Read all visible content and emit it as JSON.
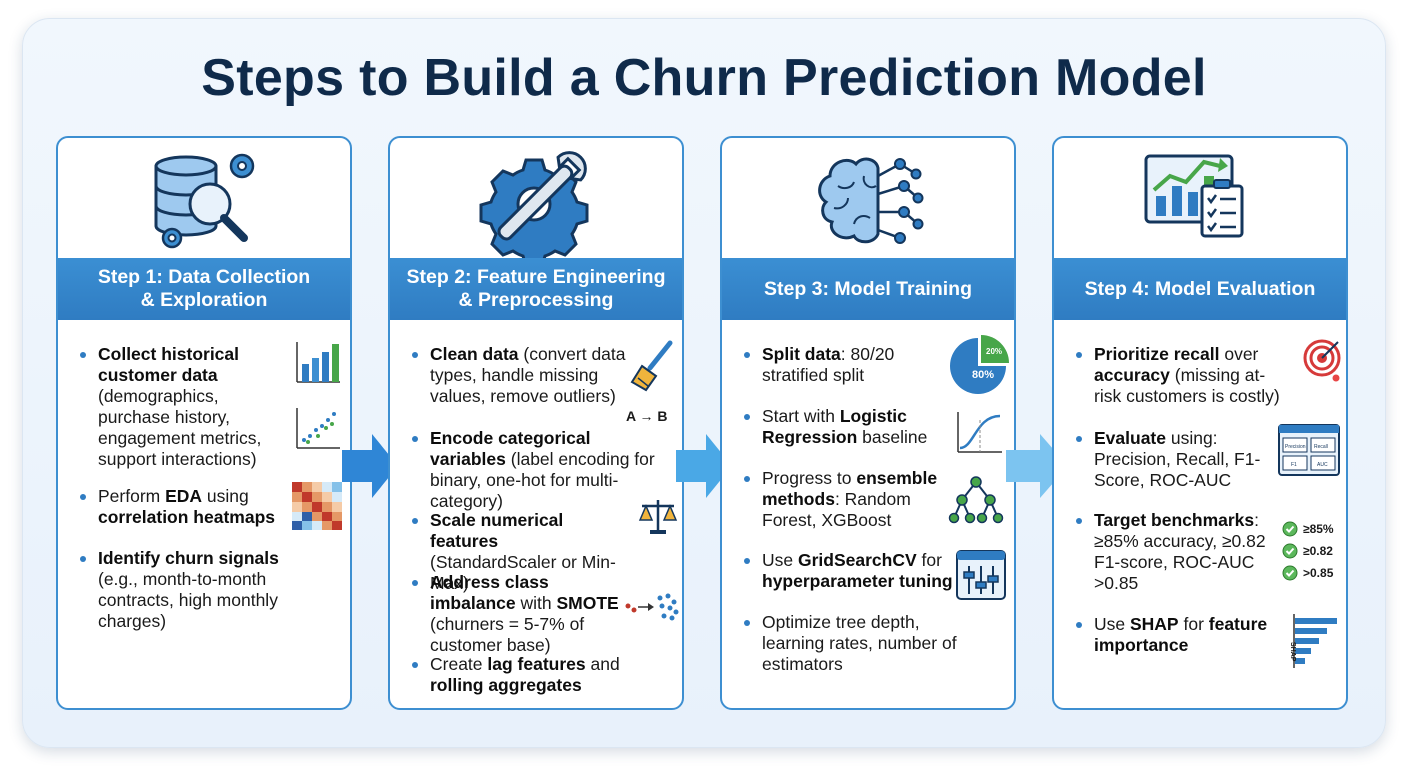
{
  "title": "Steps to Build a Churn Prediction Model",
  "steps": [
    {
      "heading_line1": "Step 1: Data Collection",
      "heading_line2": "& Exploration",
      "items": [
        {
          "b1": "Collect historical customer data",
          "t1": " (demographics, purchase history, engagement metrics, support interactions)"
        },
        {
          "t1": "Perform ",
          "b1": "EDA",
          "t2": " using ",
          "b2": "correlation heatmaps"
        },
        {
          "b1": "Identify churn signals",
          "t1": " (e.g., month-to-month contracts, high monthly charges)"
        }
      ]
    },
    {
      "heading_line1": "Step 2: Feature Engineering",
      "heading_line2": "& Preprocessing",
      "items": [
        {
          "b1": "Clean data",
          "t1": " (convert data types, handle missing values, remove outliers)"
        },
        {
          "b1": "Encode categorical variables",
          "t1": " (label encoding for binary, one-hot for multi-category)"
        },
        {
          "b1": "Scale numerical features",
          "t1": " (StandardScaler or Min-Max)"
        },
        {
          "b1": "Address class imbalance",
          "t1": " with ",
          "b2": "SMOTE",
          "t2": " (churners = 5-7% of customer base)"
        },
        {
          "t1": "Create ",
          "b1": "lag features",
          "t2": " and ",
          "b2": "rolling aggregates"
        }
      ],
      "encode_label": "A → B"
    },
    {
      "heading_line1": "Step 3: Model Training",
      "items": [
        {
          "b1": "Split data",
          "t1": ": 80/20 stratified split"
        },
        {
          "t1": "Start with ",
          "b1": "Logistic Regression",
          "t2": " baseline"
        },
        {
          "t1": "Progress to ",
          "b1": "ensemble methods",
          "t2": ": Random Forest, XGBoost"
        },
        {
          "t1": "Use ",
          "b1": "GridSearchCV",
          "t2": " for ",
          "b2": "hyperparameter tuning"
        },
        {
          "t1": "Optimize tree depth, learning rates, number of estimators"
        }
      ],
      "pie_big": "80%",
      "pie_small": "20%"
    },
    {
      "heading_line1": "Step 4: Model Evaluation",
      "items": [
        {
          "b1": "Prioritize recall",
          "t1": " over ",
          "b2": "accuracy",
          "t2": " (missing at-risk customers is costly)"
        },
        {
          "b1": "Evaluate",
          "t1": " using: Precision, Recall, F1-Score, ROC-AUC"
        },
        {
          "b1": "Target benchmarks",
          "t1": ": ≥85% accuracy, ≥0.82 F1-score, ROC-AUC >0.85"
        },
        {
          "t1": "Use ",
          "b1": "SHAP",
          "t2": " for ",
          "b2": "feature importance"
        }
      ],
      "checks": [
        "≥85%",
        "≥0.82",
        ">0.85"
      ],
      "metric_cells": [
        "Precision",
        "Recall",
        "F1",
        "AUC"
      ],
      "shap_label": "SHAP"
    }
  ],
  "colors": {
    "accent": "#2f7cc2",
    "title": "#0f2a4a",
    "border": "#3d8fd1",
    "arrow": "#2f86d6"
  }
}
